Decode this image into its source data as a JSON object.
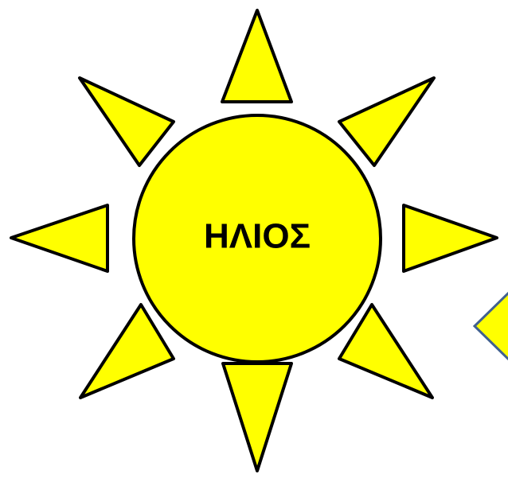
{
  "diagram": {
    "center_label": "ΗΛΙΟΣ",
    "colors": {
      "fill": "#ffff00",
      "stroke": "#000000",
      "label": "#000000",
      "side_shape_stroke": "#41618f"
    },
    "parts": {
      "center": "circle",
      "rays": [
        "north",
        "northeast",
        "east",
        "southeast",
        "south",
        "southwest",
        "west",
        "northwest"
      ],
      "side_shape": "partially visible diamond at right edge"
    }
  }
}
